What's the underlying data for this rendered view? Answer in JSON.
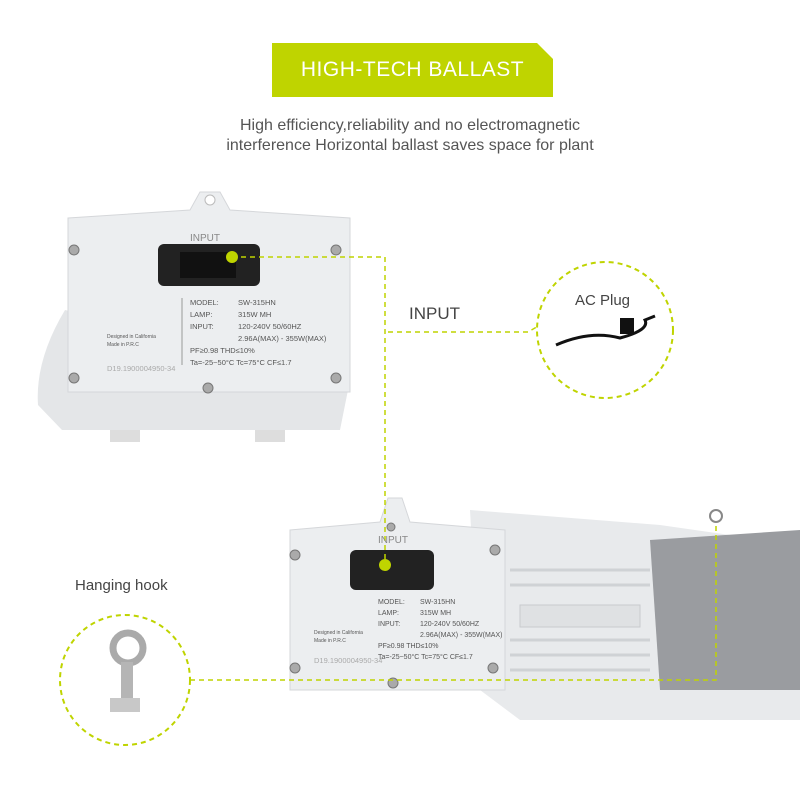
{
  "banner": {
    "title": "HIGH-TECH BALLAST"
  },
  "subtitle": {
    "line1": "High efficiency,reliability and no electromagnetic",
    "line2": "interference Horizontal ballast saves space for plant"
  },
  "callouts": {
    "input": "INPUT",
    "ac_plug": "AC Plug",
    "hanging_hook": "Hanging hook"
  },
  "label_plate": {
    "socket_label": "INPUT",
    "model_key": "MODEL:",
    "model": "SW-315HN",
    "lamp_key": "LAMP:",
    "lamp": "315W MH",
    "input_key": "INPUT:",
    "input": "120-240V  50/60HZ",
    "input2": "2.96A(MAX) - 355W(MAX)",
    "pf": "PF≥0.98   THD≤10%",
    "temps": "Ta=-25~50°C   Tc=75°C   CF≤1.7",
    "designed": "Designed in California",
    "made": "Made in P.R.C",
    "serial": "D19.1900004950-34"
  },
  "colors": {
    "accent": "#bfd400",
    "text": "#555555"
  }
}
